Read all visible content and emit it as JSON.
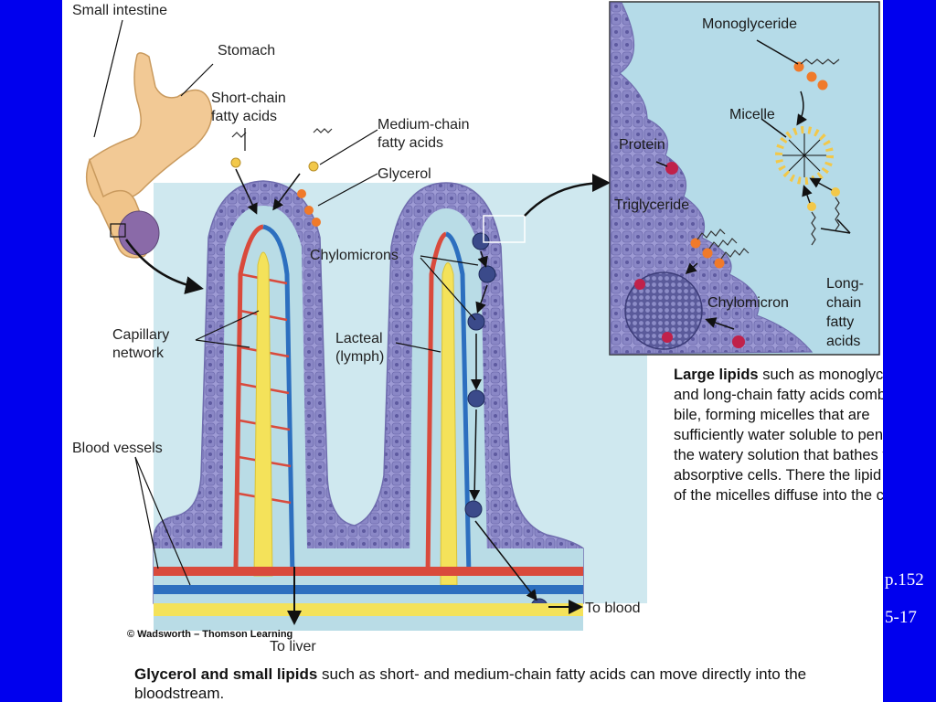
{
  "labels": {
    "small_intestine": "Small intestine",
    "stomach": "Stomach",
    "short_chain": "Short-chain\nfatty acids",
    "medium_chain": "Medium-chain\nfatty acids",
    "glycerol": "Glycerol",
    "chylomicrons": "Chylomicrons",
    "capillary_network": "Capillary\nnetwork",
    "lacteal": "Lacteal\n(lymph)",
    "blood_vessels": "Blood vessels",
    "to_liver": "To liver",
    "to_blood": "To blood"
  },
  "inset": {
    "monoglyceride": "Monoglyceride",
    "micelle": "Micelle",
    "protein": "Protein",
    "triglyceride": "Triglyceride",
    "chylomicron": "Chylomicron",
    "long_chain": "Long-\nchain\nfatty\nacids"
  },
  "caption_large": {
    "bold": "Large lipids",
    "text": " such as monoglycerides and long-chain fatty acids combine with bile, forming micelles that are sufficiently water soluble to penetrate the watery solution that bathes the absorptive cells. There the lipid contents of the micelles diffuse into the cells."
  },
  "caption_small": {
    "bold": "Glycerol and small lipids",
    "text": " such as short- and medium-chain fatty acids can move directly into the bloodstream."
  },
  "credit": "© Wadsworth – Thomson Learning",
  "page_ref": "p.152",
  "slide_num": "5-17",
  "colors": {
    "background": "#0000ee",
    "villus_cells": "#8f8ccc",
    "lumen": "#b9dce6",
    "blood": "#d94a3c",
    "vein": "#2d6fbf",
    "lymph": "#f4e25a",
    "fat_orange": "#f07a2a",
    "fat_yellow": "#f2c84a",
    "protein": "#c0214a"
  }
}
